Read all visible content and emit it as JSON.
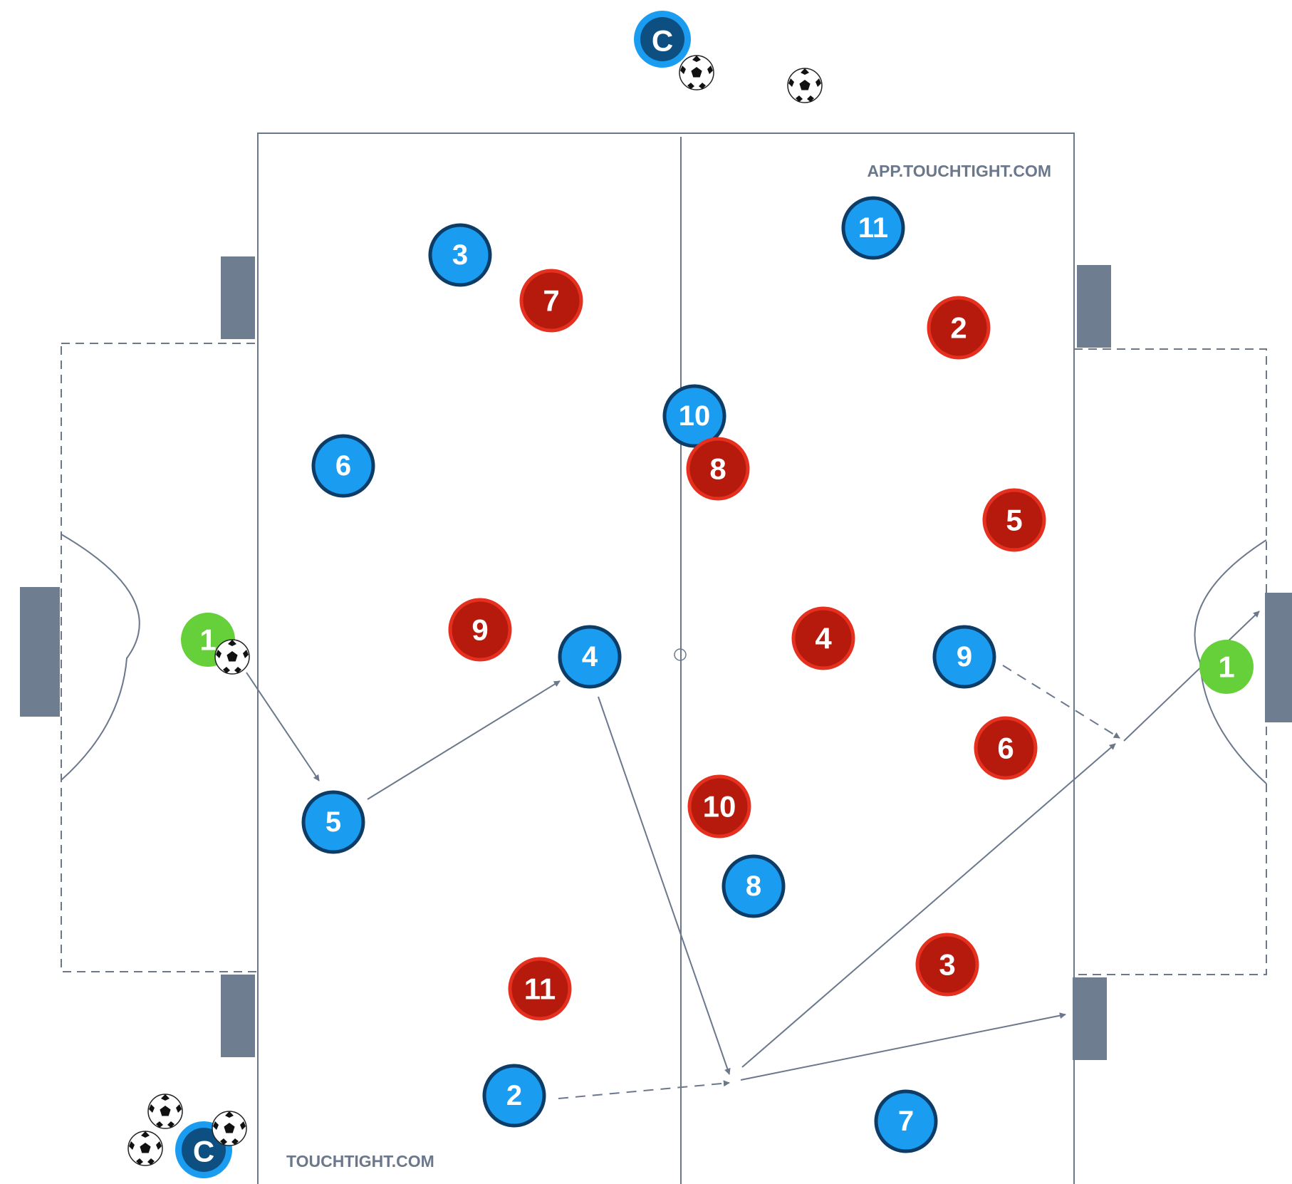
{
  "watermarks": {
    "top_right": "APP.TOUCHTIGHT.COM",
    "bottom_left": "TOUCHTIGHT.COM"
  },
  "colors": {
    "blue_team_fill": "#1a9cf0",
    "blue_team_stroke": "#0d3d66",
    "red_team_fill": "#b51a0c",
    "red_team_stroke": "#e53020",
    "goalkeeper_fill": "#66d03a",
    "coach_fill": "#0e4f82",
    "coach_ring": "#1a9cf0",
    "lines": "#6b788c",
    "goal_posts": "#6f7d90"
  },
  "coach_label": "C",
  "blue_players": [
    "3",
    "11",
    "10",
    "6",
    "4",
    "9",
    "5",
    "8",
    "2",
    "7"
  ],
  "red_players": [
    "7",
    "2",
    "8",
    "5",
    "9",
    "4",
    "6",
    "10",
    "3",
    "11"
  ],
  "goalkeepers": [
    "1",
    "1"
  ],
  "icons": [
    "soccer-ball-icon",
    "coach-icon",
    "arrow-icon",
    "dashed-arrow-icon"
  ]
}
